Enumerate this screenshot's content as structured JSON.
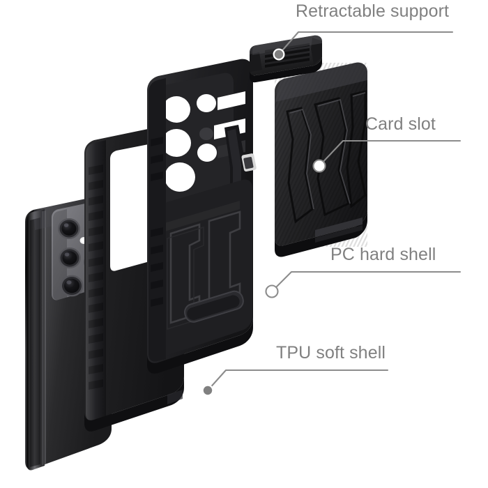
{
  "scene": {
    "title": "Phone case exploded view",
    "background_color": "#ffffff",
    "product": "rugged armor phone case with card slot and kickstand",
    "device": "black smartphone with quad rear camera module"
  },
  "style": {
    "label_color": "#808080",
    "leader_line_color": "#8c8c8c",
    "marker_fill": "#808080",
    "marker_ring": "#ffffff",
    "marker_hollow_fill": "#ffffff",
    "case_black": "#1c1c1c",
    "case_dark": "#141414",
    "case_mid": "#2e2e2e",
    "case_light": "#3d3d3d",
    "phone_body": "#232323",
    "camera_module": "#6e6e70",
    "lens_ring": "#4a4a4c",
    "lens_glass": "#111113"
  },
  "callouts": [
    {
      "id": "retractable-support",
      "label": "Retractable support",
      "marker": "filled",
      "target_part": "kickstand-plate"
    },
    {
      "id": "card-slot",
      "label": "Card slot",
      "marker": "hollow",
      "target_part": "card-slot-cover"
    },
    {
      "id": "pc-hard-shell",
      "label": "PC hard shell",
      "marker": "hollow",
      "target_part": "pc-hard-shell-body"
    },
    {
      "id": "tpu-soft-shell",
      "label": "TPU soft shell",
      "marker": "filled",
      "target_part": "tpu-soft-shell-body"
    }
  ],
  "parts": [
    {
      "id": "phone",
      "name": "smartphone"
    },
    {
      "id": "tpu-soft-shell-body",
      "name": "TPU soft shell"
    },
    {
      "id": "pc-hard-shell-body",
      "name": "PC hard shell"
    },
    {
      "id": "card-slot-cover",
      "name": "card slot cover"
    },
    {
      "id": "kickstand-plate",
      "name": "retractable support"
    }
  ],
  "camera": {
    "lens_count": 4,
    "has_flash": true,
    "has_sensor": true
  }
}
